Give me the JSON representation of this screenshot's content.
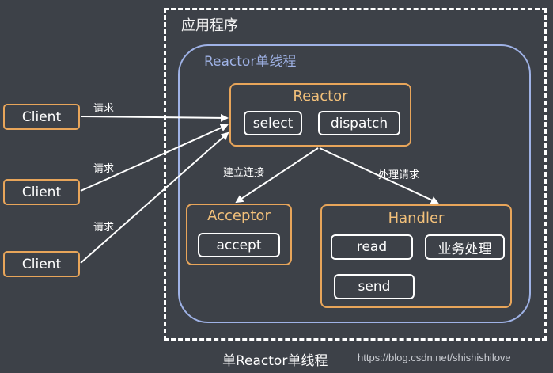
{
  "app": {
    "label": "应用程序"
  },
  "thread": {
    "label": "Reactor单线程"
  },
  "clients": [
    "Client",
    "Client",
    "Client"
  ],
  "requests": [
    "请求",
    "请求",
    "请求"
  ],
  "reactor": {
    "title": "Reactor",
    "select": "select",
    "dispatch": "dispatch"
  },
  "edges": {
    "to_acceptor": "建立连接",
    "to_handler": "处理请求"
  },
  "acceptor": {
    "title": "Acceptor",
    "accept": "accept"
  },
  "handler": {
    "title": "Handler",
    "read": "read",
    "business": "业务处理",
    "send": "send"
  },
  "footer": {
    "title": "单Reactor单线程",
    "watermark": "https://blog.csdn.net/shishishilove"
  },
  "colors": {
    "background": "#3d4148",
    "orange": "#e8a55a",
    "blue": "#9fb2e6",
    "title_text": "#f2c07a"
  }
}
